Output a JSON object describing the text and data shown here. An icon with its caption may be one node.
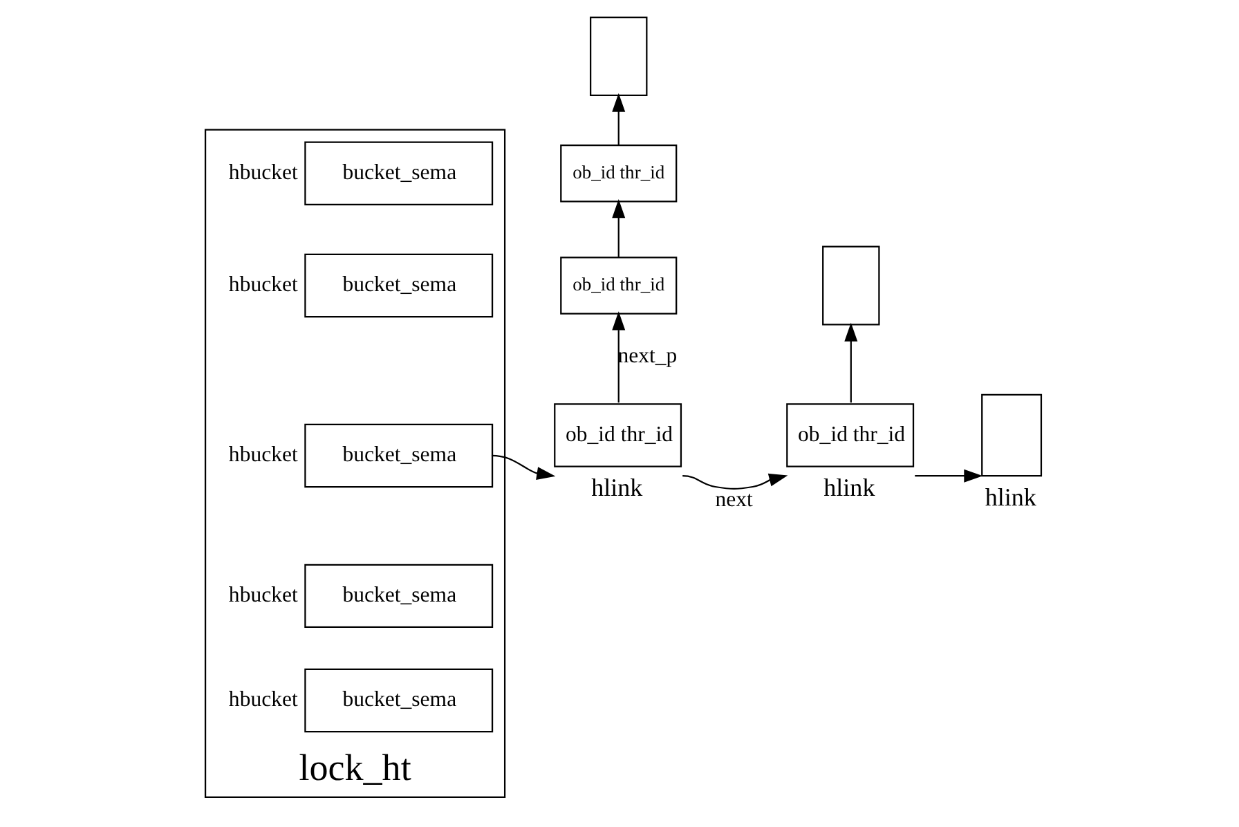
{
  "diagram": {
    "nodes": [
      {
        "text": [
          "lock_ht"
        ]
      },
      {
        "text": [
          "bucket_sema"
        ],
        "beside": [
          "hbucket"
        ],
        "in": 0
      },
      {
        "text": [
          "bucket_sema"
        ],
        "beside": [
          "hbucket"
        ],
        "in": 0
      },
      {
        "text": [
          "bucket_sema"
        ],
        "beside": [
          "hbucket"
        ],
        "in": 0
      },
      {
        "text": [
          "bucket_sema"
        ],
        "beside": [
          "hbucket"
        ],
        "in": 0
      },
      {
        "text": [
          "bucket_sema"
        ],
        "beside": [
          "hbucket"
        ],
        "in": 0
      },
      {
        "text": [
          "ob_id thr_id"
        ],
        "beside": [
          "hlink"
        ]
      },
      {
        "text": [
          "ob_id thr_id"
        ],
        "beside": [
          "hlink"
        ]
      },
      {
        "text": [],
        "shape": "box",
        "beside": [
          "hlink"
        ]
      },
      {
        "text": [
          "ob_id thr_id"
        ]
      },
      {
        "text": [
          "ob_id thr_id"
        ]
      },
      {
        "text": [],
        "shape": "box"
      },
      {
        "text": [],
        "shape": "box"
      }
    ],
    "edges": [
      {
        "from": 3,
        "to": 6,
        "arrow": "to"
      },
      {
        "from": 6,
        "to": 7,
        "arrow": "to",
        "label": "next"
      },
      {
        "from": 7,
        "to": 8,
        "arrow": "to"
      },
      {
        "from": 6,
        "to": 9,
        "arrow": "to",
        "label": "next_p"
      },
      {
        "from": 9,
        "to": 10,
        "arrow": "to"
      },
      {
        "from": 10,
        "to": 11,
        "arrow": "to"
      },
      {
        "from": 7,
        "to": 12,
        "arrow": "to"
      }
    ]
  }
}
